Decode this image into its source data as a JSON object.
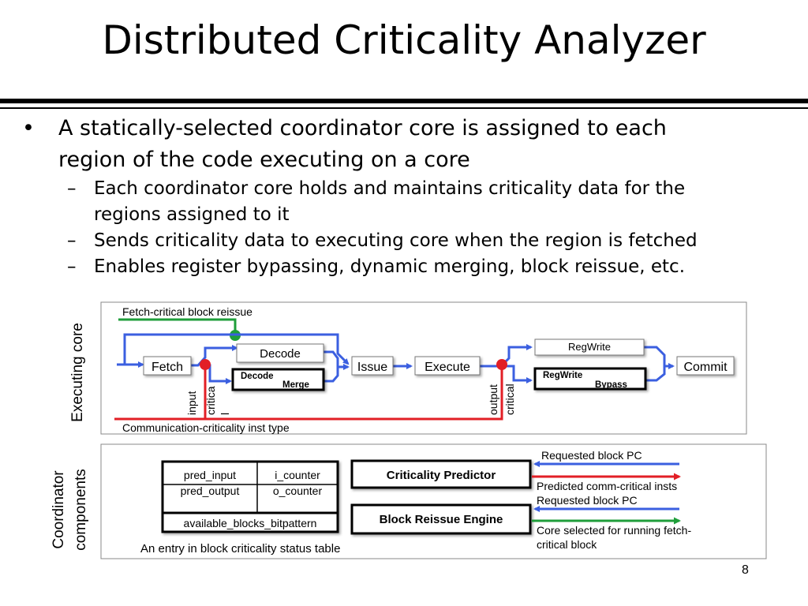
{
  "slide": {
    "title": "Distributed Criticality Analyzer",
    "page_number": "8"
  },
  "bullets": {
    "main": "A statically-selected coordinator core is assigned to each region of the code executing on a core",
    "main_line1": "A statically-selected coordinator core is assigned to each",
    "main_line2": "region of the code executing on a core",
    "bullet_glyph": "•",
    "dash_glyph": "–",
    "sub": [
      "Each coordinator core holds and maintains criticality data for the regions assigned to it",
      "Sends criticality data to executing core when the region is fetched",
      "Enables register bypassing, dynamic merging, block reissue, etc."
    ],
    "sub1_line1": "Each coordinator core holds and maintains criticality data for the",
    "sub1_line2": "regions assigned to it"
  },
  "executing_core": {
    "side_label": "Executing core",
    "top_label": "Fetch-critical block reissue",
    "bottom_label": "Communication-criticality inst type",
    "stages": {
      "fetch": "Fetch",
      "decode": "Decode",
      "decode_merge_a": "Decode",
      "decode_merge_b": "Merge",
      "issue": "Issue",
      "execute": "Execute",
      "regwrite": "RegWrite",
      "regwrite_bypass_a": "RegWrite",
      "regwrite_bypass_b": "Bypass",
      "commit": "Commit"
    },
    "input_critical": [
      "input",
      "critica",
      "l"
    ],
    "output_critical": [
      "output",
      "critical"
    ]
  },
  "coordinator": {
    "side_label_1": "Coordinator",
    "side_label_2": "components",
    "table": {
      "row1": [
        "pred_input",
        "i_counter"
      ],
      "row2": [
        "pred_output",
        "o_counter"
      ],
      "footer": "available_blocks_bitpattern"
    },
    "table_caption": "An entry in block criticality status table",
    "predictor": "Criticality Predictor",
    "reissue_engine": "Block Reissue Engine",
    "signals": {
      "req_pc_1": "Requested block PC",
      "predicted": "Predicted comm-critical insts",
      "req_pc_2": "Requested block PC",
      "core_selected_1": "Core selected for running fetch-",
      "core_selected_2": "critical block"
    }
  },
  "colors": {
    "blue": "#3b5fe0",
    "red": "#e21f26",
    "green": "#1f9e3a",
    "text": "#000000"
  }
}
